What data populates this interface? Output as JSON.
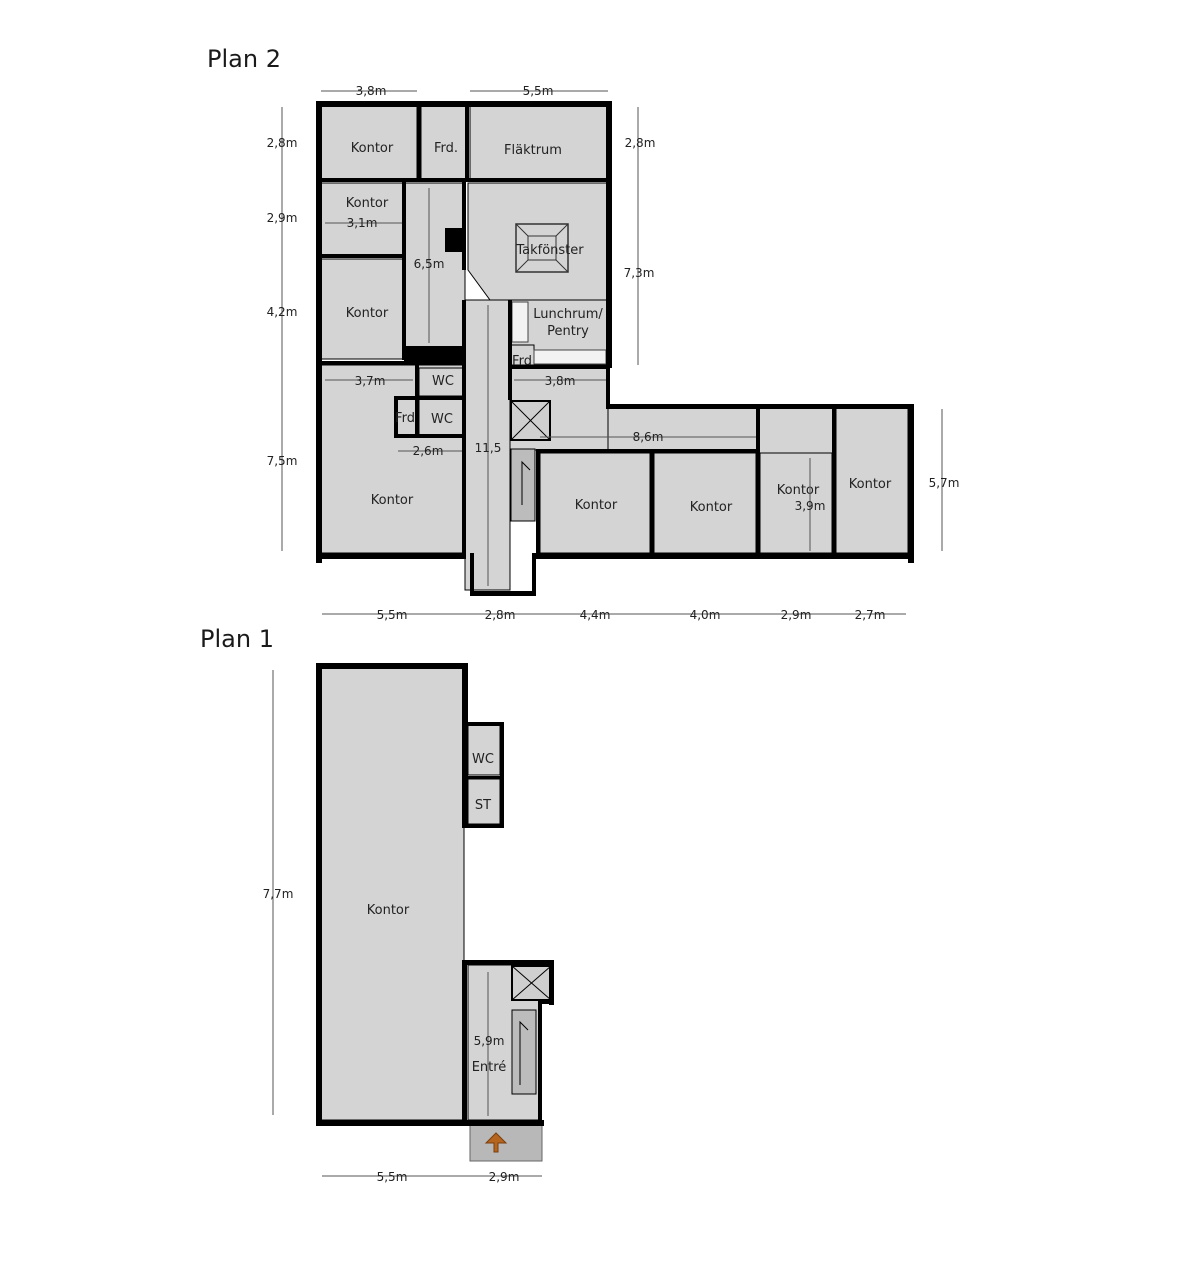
{
  "plan2": {
    "title": "Plan 2",
    "rooms": {
      "kontor_a": "Kontor",
      "frd_a": "Frd.",
      "flaktrum": "Fläktrum",
      "kontor_b": "Kontor",
      "takfonster": "Takfönster",
      "kontor_c": "Kontor",
      "lunchrum": "Lunchrum/",
      "pentry": "Pentry",
      "frd_b": "Frd",
      "wc_a": "WC",
      "frd_c": "Frd",
      "wc_b": "WC",
      "kontor_d": "Kontor",
      "kontor_e": "Kontor",
      "kontor_f": "Kontor",
      "kontor_g": "Kontor",
      "kontor_h": "Kontor"
    },
    "dims": {
      "top_left": "3,8m",
      "top_right": "5,5m",
      "left_1": "2,8m",
      "right_1": "2,8m",
      "left_2": "2,9m",
      "inner_3_1": "3,1m",
      "corridor_6_5": "6,5m",
      "right_7_3": "7,3m",
      "left_3": "4,2m",
      "inner_3_7": "3,7m",
      "inner_3_8": "3,8m",
      "left_4": "7,5m",
      "inner_2_6": "2,6m",
      "stair_11_5": "11,5",
      "inner_8_6": "8,6m",
      "inner_3_9": "3,9m",
      "right_5_7": "5,7m",
      "bottom_1": "5,5m",
      "bottom_2": "2,8m",
      "bottom_3": "4,4m",
      "bottom_4": "4,0m",
      "bottom_5": "2,9m",
      "bottom_6": "2,7m"
    }
  },
  "plan1": {
    "title": "Plan 1",
    "rooms": {
      "kontor": "Kontor",
      "wc": "WC",
      "st": "ST",
      "entre": "Entré"
    },
    "dims": {
      "left_height": "7,7m",
      "entre_height": "5,9m",
      "bottom_1": "5,5m",
      "bottom_2": "2,9m"
    }
  },
  "colors": {
    "room_fill": "#d4d4d4",
    "wall": "#000000",
    "entrance_arrow": "#b5651d"
  }
}
